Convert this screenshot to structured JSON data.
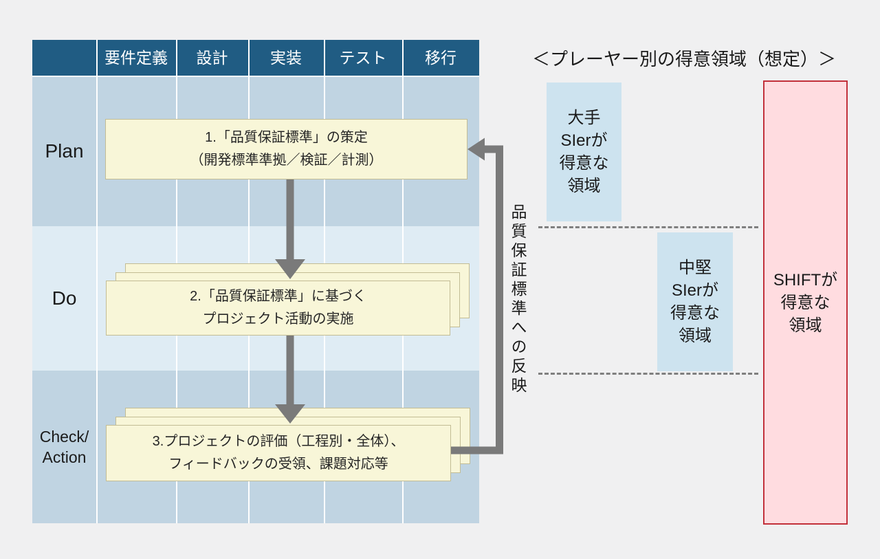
{
  "matrix": {
    "phases": [
      "要件定義",
      "設計",
      "実装",
      "テスト",
      "移行"
    ],
    "rows": [
      "Plan",
      "Do",
      "Check/\nAction"
    ]
  },
  "process_boxes": {
    "plan": "1.「品質保証標準」の策定\n（開発標準準拠／検証／計測）",
    "do": "2.「品質保証標準」に基づく\nプロジェクト活動の実施",
    "check": "3.プロジェクトの評価（工程別・全体）、\nフィードバックの受領、課題対応等"
  },
  "feedback_arrow_label": "品質保証標準への反映",
  "right_panel": {
    "title": "＜プレーヤー別の得意領域（想定）＞",
    "regions": {
      "major_sier": "大手\nSIerが\n得意な\n領域",
      "midsize_sier": "中堅\nSIerが\n得意な\n領域",
      "shift": "SHIFTが\n得意な\n領域"
    }
  },
  "colors": {
    "header_blue": "#205c83",
    "row_blue_dark": "#c0d4e2",
    "row_blue_light": "#dfecf4",
    "process_box_fill": "#f8f6d8",
    "process_box_border": "#c2bc94",
    "arrow_gray": "#7a7a7a",
    "region_blue_fill": "#cde3ef",
    "shift_fill": "#ffdce0",
    "shift_border": "#c2303a",
    "background": "#f0f0f1"
  }
}
